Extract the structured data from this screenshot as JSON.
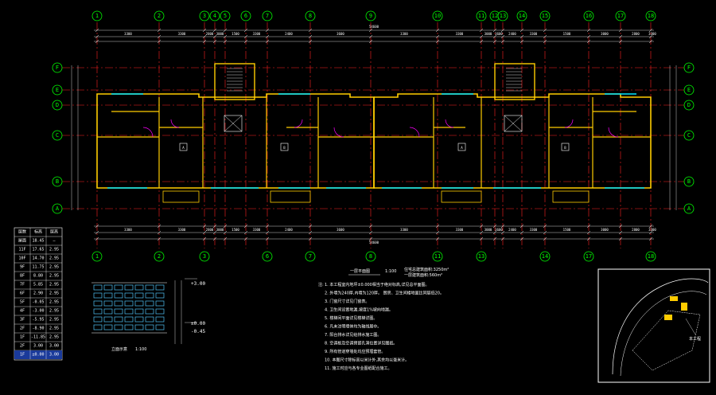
{
  "axes_top": [
    "1",
    "2",
    "3",
    "4",
    "5",
    "6",
    "7",
    "8",
    "9",
    "10",
    "11",
    "12",
    "13",
    "14",
    "15",
    "16",
    "17",
    "18"
  ],
  "axes_bottom": [
    "1",
    "2",
    "3",
    "6",
    "7",
    "8",
    "11",
    "13",
    "14",
    "17",
    "18"
  ],
  "axes_side": [
    "F",
    "E",
    "D",
    "C",
    "B",
    "A"
  ],
  "dim_total": "54600",
  "dims_top_row": [
    "3300",
    "3300",
    "2800",
    "3000",
    "1500",
    "3300",
    "2400",
    "3600",
    "3300",
    "3300",
    "3000",
    "3600",
    "2400",
    "3300",
    "1500",
    "3000",
    "2800",
    "3300",
    "3300"
  ],
  "dims_bottom_row": [
    "3300",
    "3300",
    "2800",
    "3000",
    "1500",
    "3300",
    "2400",
    "3600",
    "3300",
    "3300",
    "3000",
    "3600",
    "2400",
    "3300",
    "1500",
    "3000",
    "2800",
    "3300",
    "3300"
  ],
  "unit_tags": [
    "A",
    "B",
    "A",
    "B"
  ],
  "plan_title": "一层平面图",
  "plan_scale": "1:100",
  "legend_lines": [
    "住宅总建筑面积:3250m²",
    "一层建筑面积:560m²"
  ],
  "notes_head": "注:",
  "notes": [
    "1. 本工程室内地坪±0.000相当于绝对标高,详见总平面图。",
    "2. 外墙为240厚,内墙为120厚。          厨房、卫生间楼地面比同层低20。",
    "3. 门窗尺寸详见门窗表。",
    "4. 卫生间设置地漏,坡度1%坡向地漏。",
    "5. 楼梯间平面详见楼梯详图。",
    "6. 凡未注明墙体均为轴线居中。",
    "7. 阳台排水详见给排水施工图。",
    "8. 空调板及空调预留孔洞位置详见图纸。",
    "9. 所有管道穿墙处均应预埋套管。",
    "10. 本图尺寸除标高以米计外,其余均以毫米计。",
    "11. 施工时应与各专业图纸配合施工。"
  ],
  "floor_table": {
    "headers": [
      "层数",
      "标高",
      "层高"
    ],
    "rows": [
      [
        "屋面",
        "18.45",
        "—"
      ],
      [
        "11F",
        "17.65",
        "2.95"
      ],
      [
        "10F",
        "14.70",
        "2.95"
      ],
      [
        "9F",
        "11.75",
        "2.95"
      ],
      [
        "8F",
        "8.80",
        "2.95"
      ],
      [
        "7F",
        "5.85",
        "2.95"
      ],
      [
        "6F",
        "2.90",
        "2.95"
      ],
      [
        "5F",
        "-0.05",
        "2.95"
      ],
      [
        "4F",
        "-3.00",
        "2.95"
      ],
      [
        "3F",
        "-5.95",
        "2.95"
      ],
      [
        "2F",
        "-8.90",
        "2.95"
      ],
      [
        "1F",
        "-11.85",
        "2.95"
      ],
      [
        "2F",
        "3.00",
        "3.00"
      ],
      [
        "1F",
        "±0.00",
        "3.00"
      ]
    ]
  },
  "elevation_title": "立面示意",
  "elevation_scale": "1:100",
  "elev_labels": [
    "+3.00",
    "±0.00",
    "-0.45"
  ],
  "site_label": "本工程",
  "colors": {
    "axis": "#00ff00",
    "wall": "#ffcc00",
    "grid": "#ff2020",
    "dim": "#ffffff",
    "window": "#00e5ff",
    "door": "#ff00ff",
    "background": "#000000"
  }
}
